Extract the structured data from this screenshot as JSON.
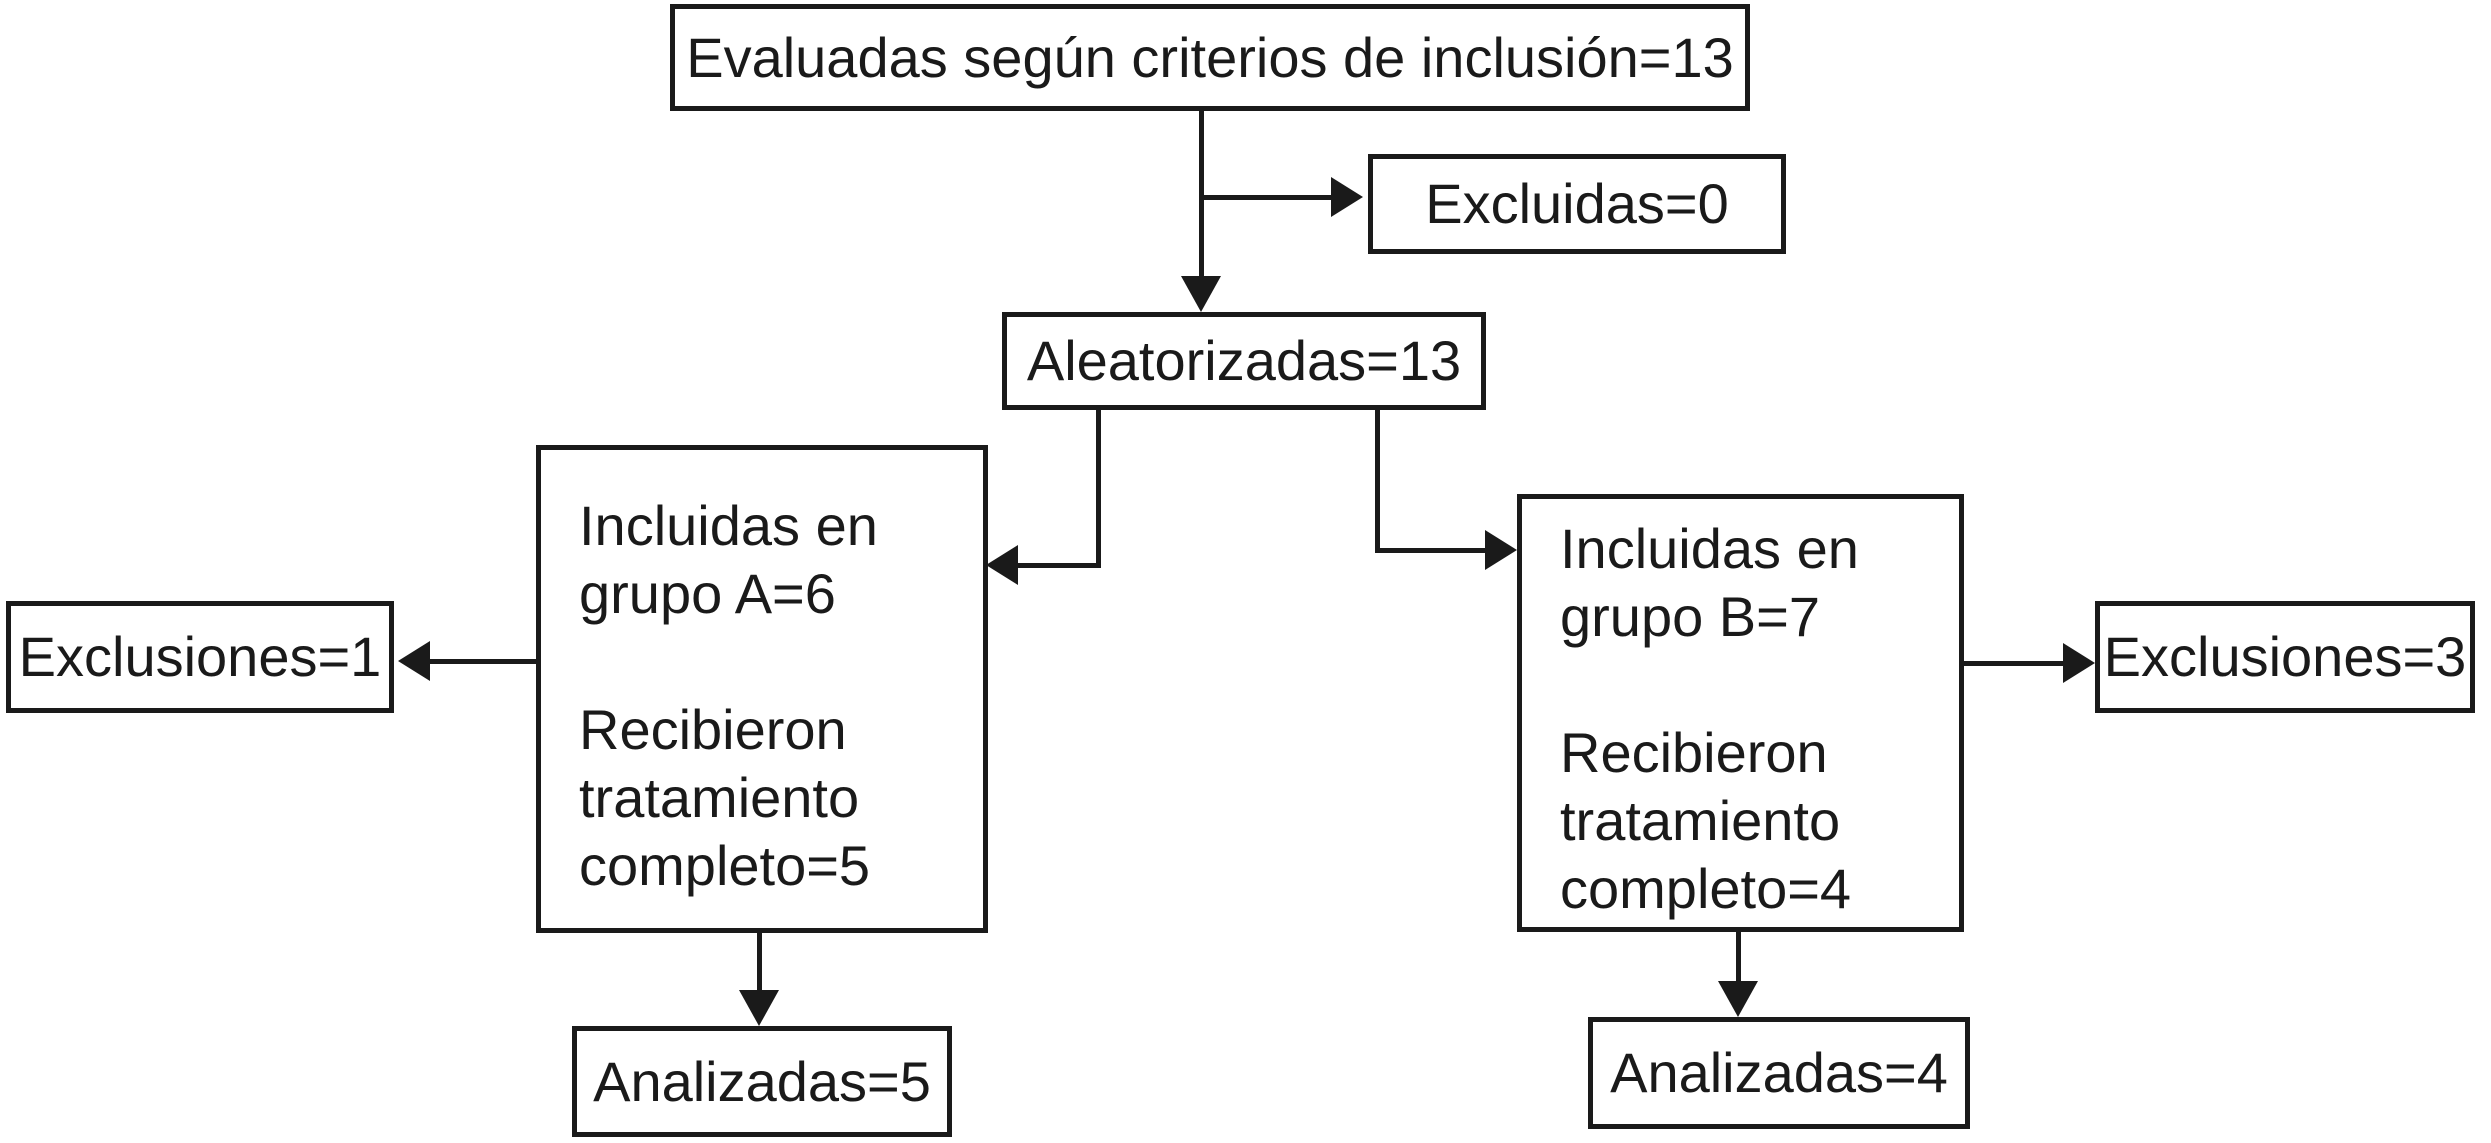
{
  "colors": {
    "background": "#ffffff",
    "line": "#1a1a1a",
    "text": "#1a1a1a"
  },
  "nodes": {
    "evaluadas": {
      "label": "Evaluadas según criterios de inclusión=13"
    },
    "excluidas": {
      "label": "Excluidas=0"
    },
    "aleatorizadas": {
      "label": "Aleatorizadas=13"
    },
    "grupo_a": {
      "lines": [
        "Incluidas en",
        "grupo A=6",
        "",
        "Recibieron",
        "tratamiento",
        "completo=5"
      ]
    },
    "grupo_b": {
      "lines": [
        "Incluidas en",
        "grupo B=7",
        "",
        "Recibieron",
        "tratamiento",
        "completo=4"
      ]
    },
    "exclusiones_a": {
      "label": "Exclusiones=1"
    },
    "exclusiones_b": {
      "label": "Exclusiones=3"
    },
    "analizadas_a": {
      "label": "Analizadas=5"
    },
    "analizadas_b": {
      "label": "Analizadas=4"
    }
  }
}
